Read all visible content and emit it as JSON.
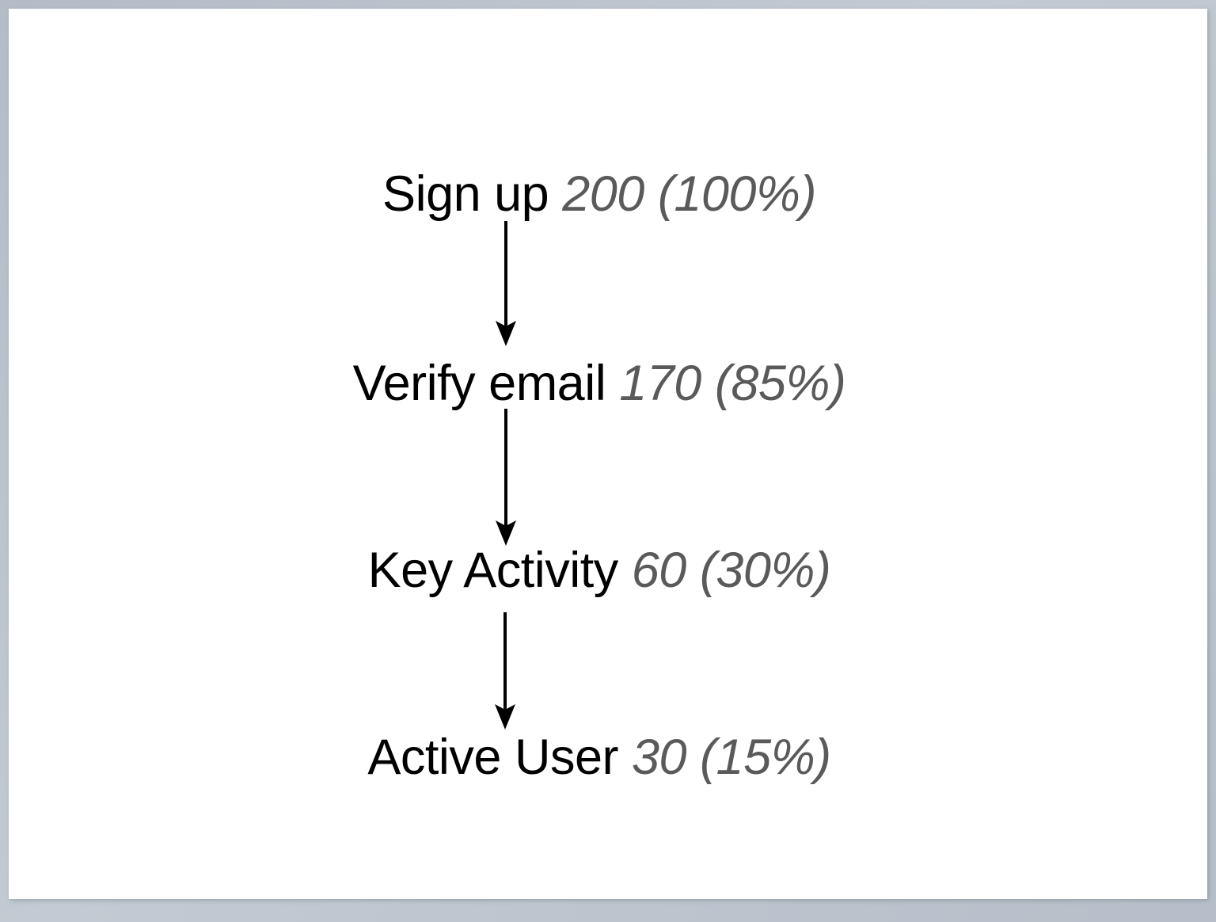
{
  "slide": {
    "background_color": "#ffffff",
    "frame_color": "#b9c1cb",
    "label_color": "#000000",
    "metric_color": "#5a5a5a"
  },
  "chart_data": {
    "type": "funnel",
    "title": "",
    "orientation": "vertical",
    "stages": [
      {
        "label": "Sign up",
        "metric": "200 (100%)",
        "value": 200,
        "percent": 100
      },
      {
        "label": "Verify email",
        "metric": "170 (85%)",
        "value": 170,
        "percent": 85
      },
      {
        "label": "Key Activity",
        "metric": "60 (30%)",
        "value": 60,
        "percent": 30
      },
      {
        "label": "Active User",
        "metric": "30 (15%)",
        "value": 30,
        "percent": 15
      }
    ],
    "connectors": [
      {
        "from": "Sign up",
        "to": "Verify email",
        "style": "down-arrow"
      },
      {
        "from": "Verify email",
        "to": "Key Activity",
        "style": "down-arrow"
      },
      {
        "from": "Key Activity",
        "to": "Active User",
        "style": "down-arrow"
      }
    ]
  }
}
